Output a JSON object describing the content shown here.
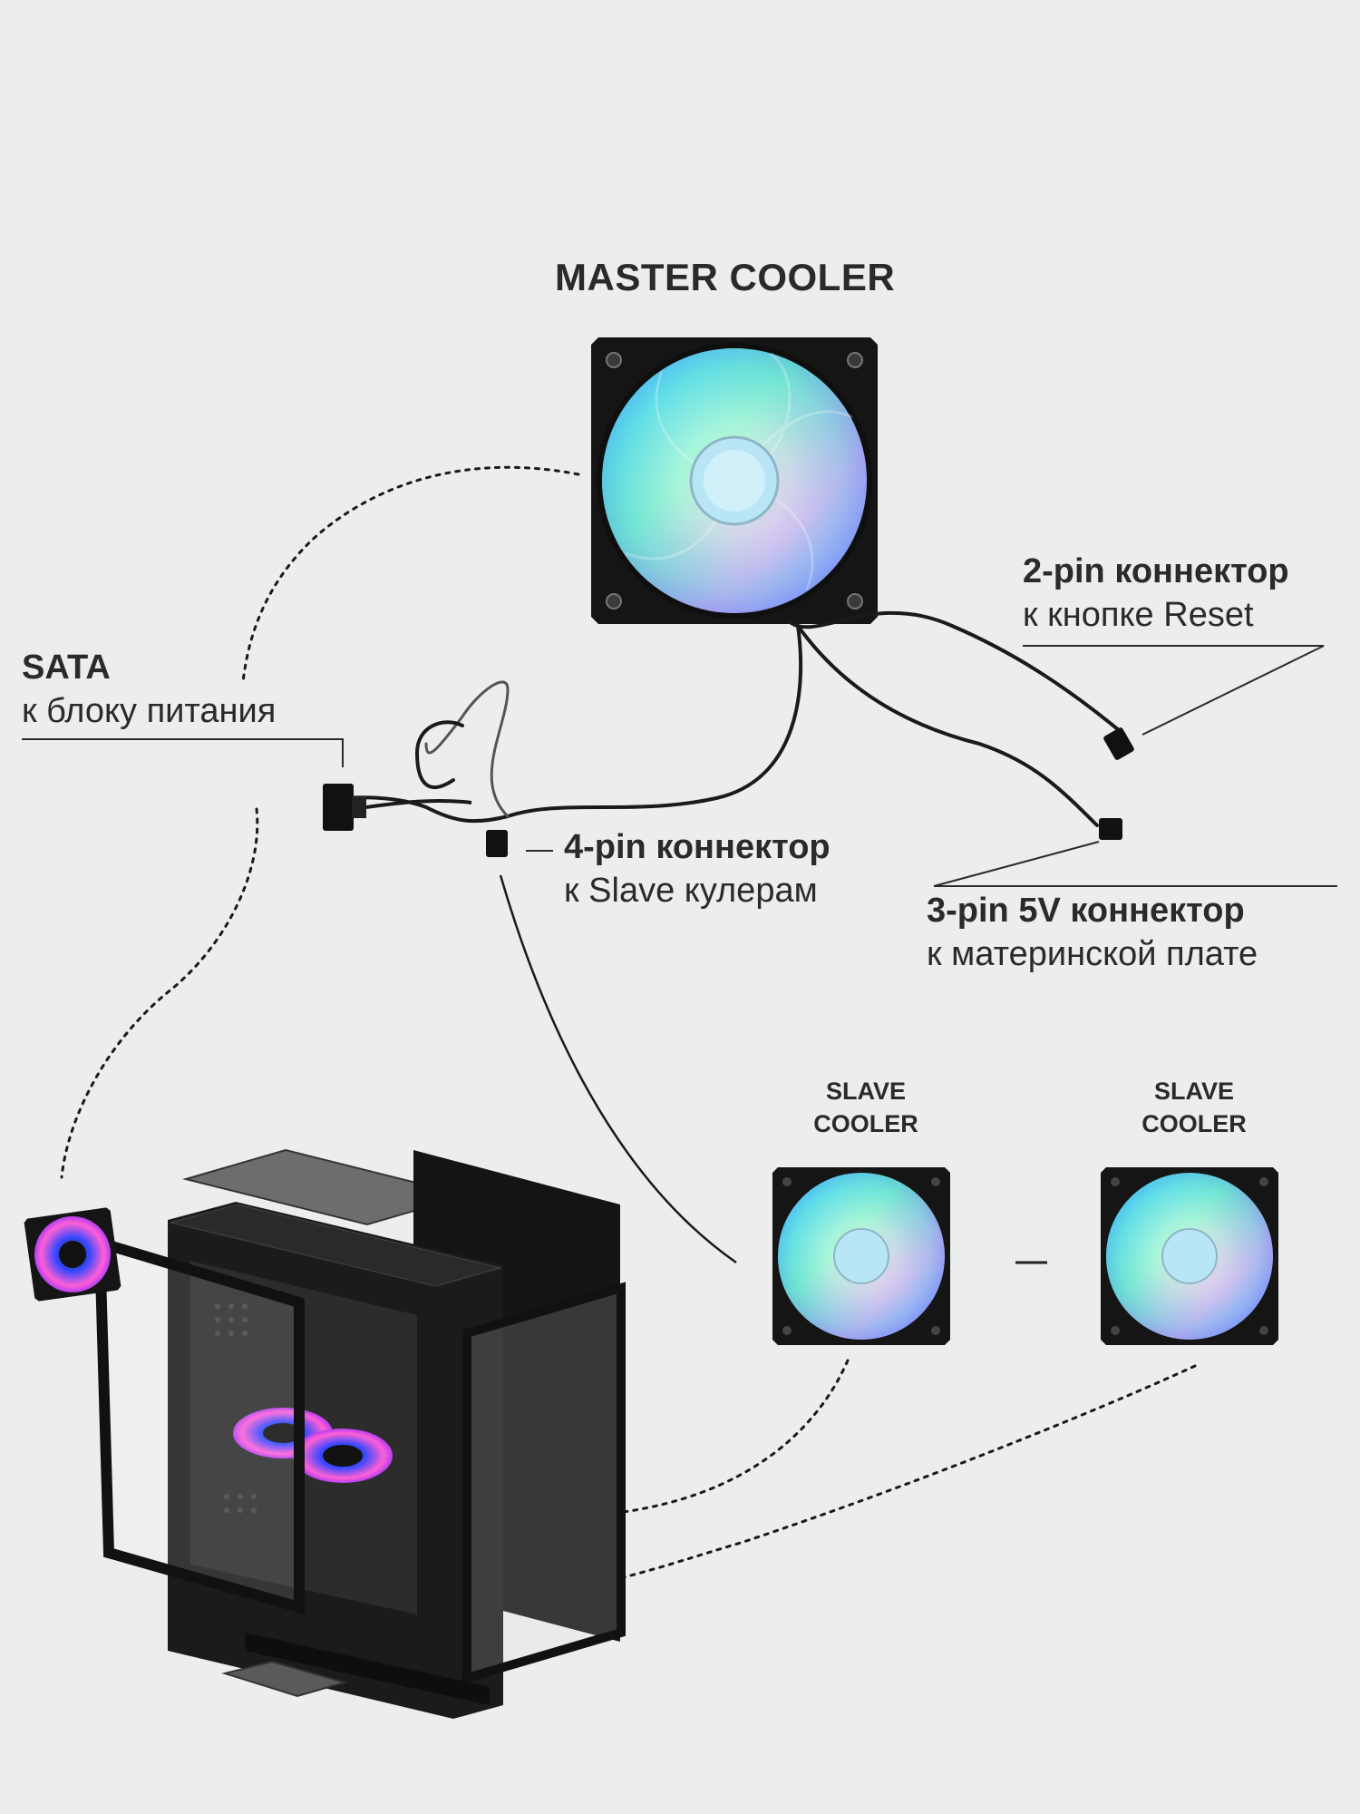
{
  "master": {
    "title": "MASTER COOLER"
  },
  "connectors": {
    "two_pin": {
      "title": "2-pin коннектор",
      "subtitle": "к кнопке Reset"
    },
    "sata": {
      "title": "SATA",
      "subtitle": "к блоку питания"
    },
    "four_pin": {
      "title": "4-pin коннектор",
      "subtitle": "к Slave кулерам"
    },
    "three_pin": {
      "title": "3-pin 5V коннектор",
      "subtitle": "к материнской плате"
    }
  },
  "slaves": [
    {
      "line1": "SLAVE",
      "line2": "COOLER"
    },
    {
      "line1": "SLAVE",
      "line2": "COOLER"
    }
  ],
  "colors": {
    "background": "#eceeed",
    "frame": "#161616",
    "rgb_cyan": "#3fe0f0",
    "rgb_blue": "#3a6cff",
    "rgb_green": "#6ff08a",
    "rgb_pink": "#ff6fd8"
  }
}
